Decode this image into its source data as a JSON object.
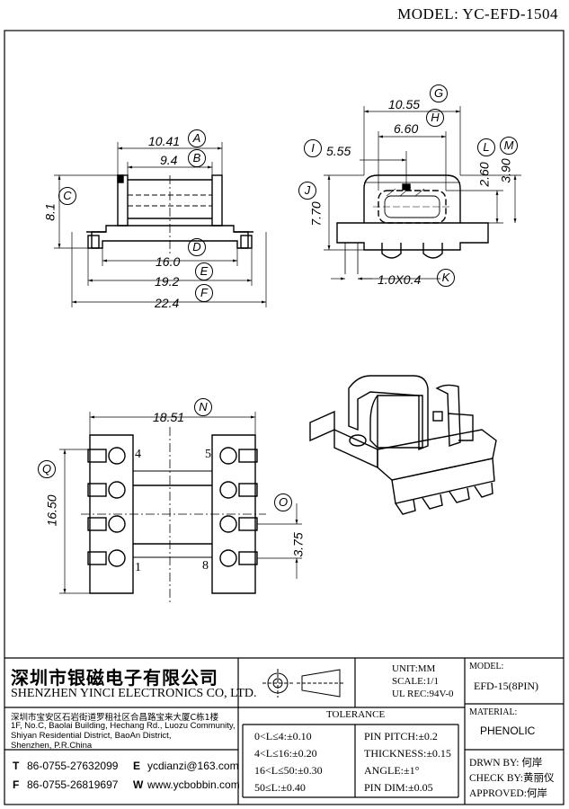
{
  "header": {
    "model": "MODEL: YC-EFD-1504"
  },
  "front_view": {
    "dims": [
      {
        "ref": "A",
        "value": "10.41"
      },
      {
        "ref": "B",
        "value": "9.4"
      },
      {
        "ref": "C",
        "value": "8.1"
      },
      {
        "ref": "D",
        "value": ""
      },
      {
        "ref": "E",
        "value": "19.2"
      },
      {
        "ref": "F",
        "value": "22.4"
      }
    ],
    "dim_16": "16.0"
  },
  "side_view": {
    "dims": [
      {
        "ref": "G",
        "value": "10.55"
      },
      {
        "ref": "H",
        "value": "6.60"
      },
      {
        "ref": "I",
        "value": "5.55"
      },
      {
        "ref": "J",
        "value": "7.70"
      },
      {
        "ref": "K",
        "value": "1.0X0.4"
      },
      {
        "ref": "L",
        "value": "2.60"
      },
      {
        "ref": "M",
        "value": "3.90"
      }
    ]
  },
  "bottom_view": {
    "dims": [
      {
        "ref": "N",
        "value": "18.51"
      },
      {
        "ref": "O",
        "value": "3.75"
      },
      {
        "ref": "Q",
        "value": "16.50"
      }
    ],
    "pins": [
      "4",
      "5",
      "1",
      "8"
    ]
  },
  "title_block": {
    "company_cn": "深圳市银磁电子有限公司",
    "company_en": "SHENZHEN YINCI ELECTRONICS CO, LTD.",
    "address_cn": "深圳市宝安区石岩街道罗租社区合昌路宝来大厦C栋1楼",
    "address_en": [
      "1F, No.C, Baolai Building, Hechang Rd., Luozu Community,",
      "Shiyan Residential District, BaoAn District,",
      "Shenzhen, P.R.China"
    ],
    "contacts": [
      {
        "key": "T",
        "value": "86-0755-27632099"
      },
      {
        "key": "E",
        "value": "ycdianzi@163.com"
      },
      {
        "key": "F",
        "value": "86-0755-26819697"
      },
      {
        "key": "W",
        "value": "www.ycbobbin.com"
      }
    ],
    "unit": "UNIT:MM",
    "scale": "SCALE:1/1",
    "ul_rec": "UL REC:94V-0",
    "model_label": "MODEL:",
    "model_value": "EFD-15(8PIN)",
    "tolerance_title": "TOLERANCE",
    "tolerances": [
      "0<L≤4:±0.10",
      "4<L≤16:±0.20",
      "16<L≤50:±0.30",
      "50≤L:±0.40"
    ],
    "pin_specs": [
      "PIN PITCH:±0.2",
      "THICKNESS:±0.15",
      "ANGLE:±1°",
      "PIN DIM:±0.05"
    ],
    "material_label": "MATERIAL:",
    "material_value": "PHENOLIC",
    "approvals": [
      "DRWN BY: 何岸",
      "CHECK BY:黄丽仪",
      "APPROVED:何岸"
    ]
  }
}
